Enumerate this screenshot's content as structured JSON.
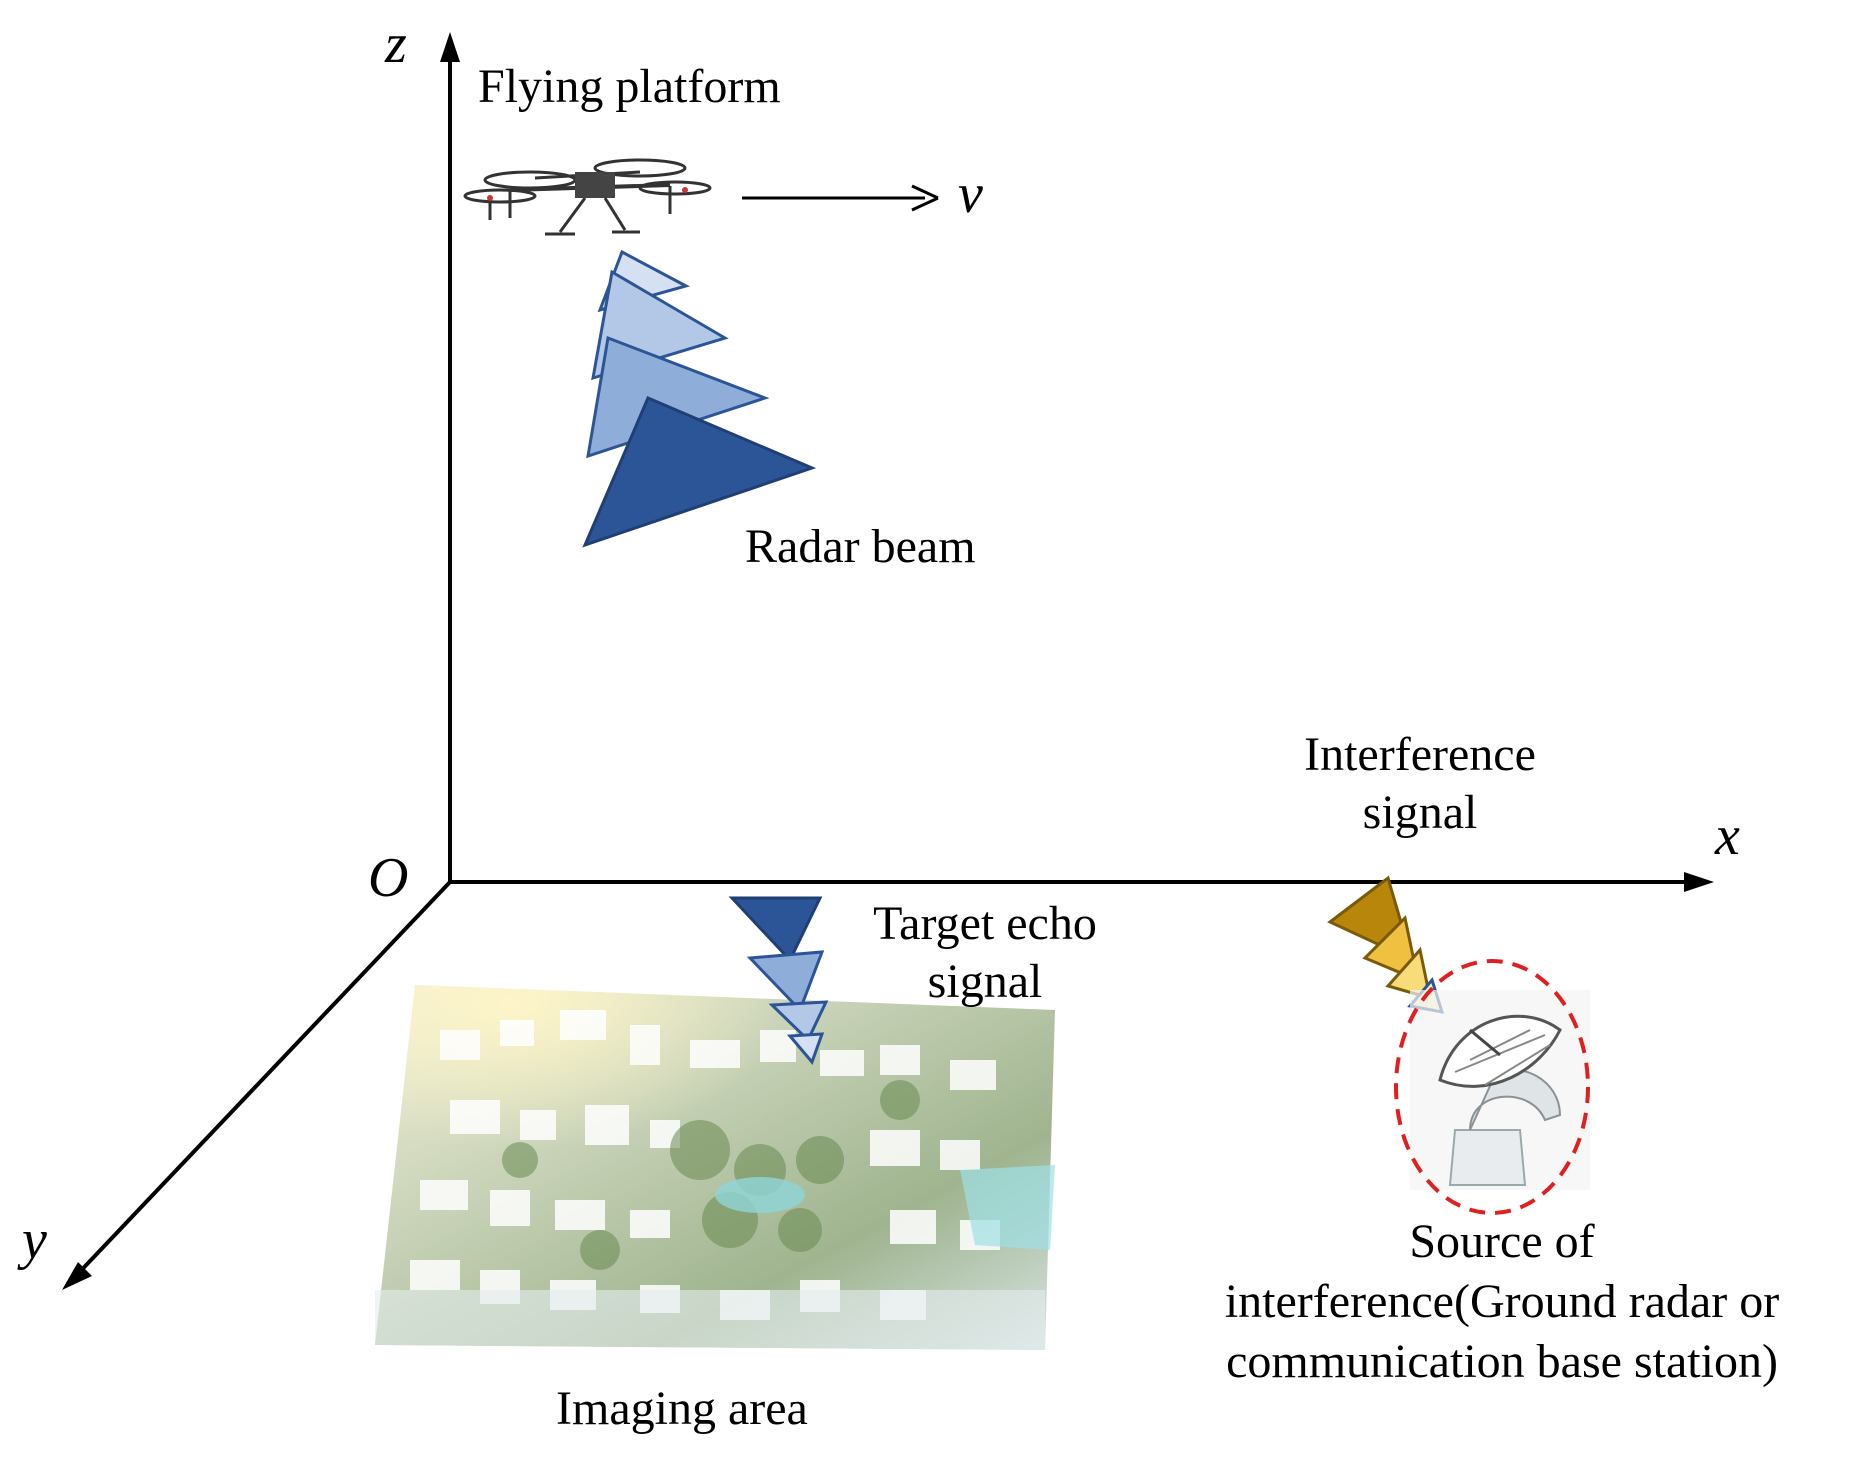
{
  "axes": {
    "origin": "O",
    "x": "x",
    "y": "y",
    "z": "z"
  },
  "platform": {
    "label": "Flying platform",
    "velocity_symbol": "v"
  },
  "radar_beam": {
    "label": "Radar beam",
    "colors": [
      "#d5e1f2",
      "#b3c8e6",
      "#8fadd9",
      "#2c5597"
    ]
  },
  "target_echo": {
    "line1": "Target echo",
    "line2": "signal",
    "colors": [
      "#2c5597",
      "#8fadd9",
      "#b3c8e6",
      "#d5e1f2"
    ]
  },
  "interference_signal": {
    "line1": "Interference",
    "line2": "signal",
    "colors": [
      "#b8860b",
      "#f0c040",
      "#f8dc7a",
      "#fdf0c0"
    ]
  },
  "source": {
    "line1": "Source of",
    "line2": "interference(Ground radar or",
    "line3": "communication base station)",
    "ring_color": "#e02020"
  },
  "imaging_area": {
    "label": "Imaging area"
  }
}
